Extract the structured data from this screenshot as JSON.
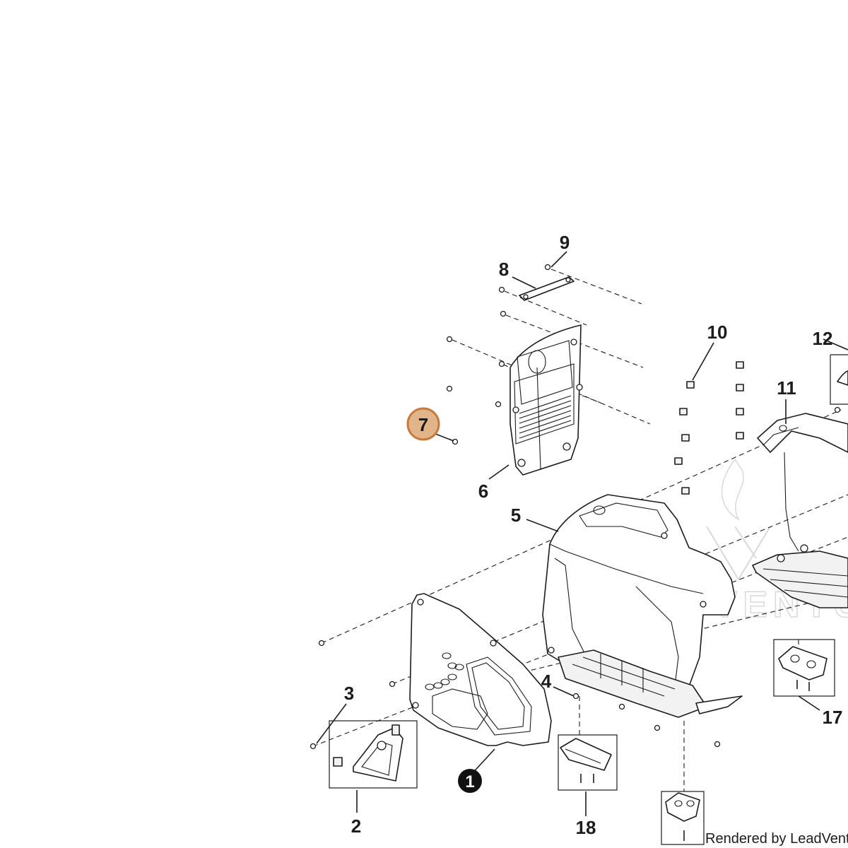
{
  "callouts": {
    "c1": "1",
    "c2": "2",
    "c3": "3",
    "c4": "4",
    "c5": "5",
    "c6": "6",
    "c7": "7",
    "c8": "8",
    "c9": "9",
    "c10": "10",
    "c11": "11",
    "c12": "12",
    "c17": "17",
    "c18": "18"
  },
  "highlighted_callout": "7",
  "colors": {
    "highlight_fill": "#e2b48a",
    "highlight_stroke": "#c77a3a",
    "ink": "#1c1c1c",
    "watermark": "#d9d9d9"
  },
  "watermark": "LEADVENTURE",
  "footer": "Rendered by LeadVenture"
}
